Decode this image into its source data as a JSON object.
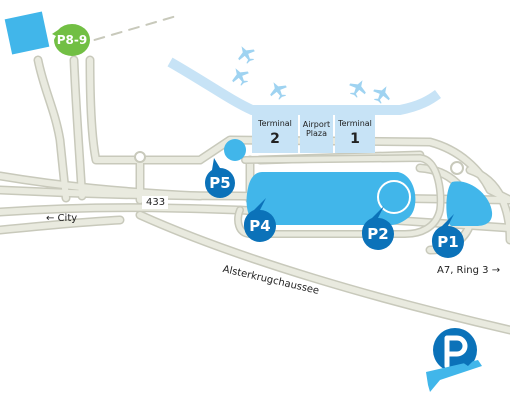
{
  "terminals": [
    {
      "small": "Terminal",
      "big": "2"
    },
    {
      "small": "Airport\nPlaza",
      "big": ""
    },
    {
      "small": "Terminal",
      "big": "1"
    }
  ],
  "parking": {
    "p1": "P1",
    "p2": "P2",
    "p4": "P4",
    "p5": "P5",
    "p89": "P8-9"
  },
  "roads": {
    "route_433": "433",
    "city": "← City",
    "ring": "A7, Ring 3 →",
    "alster": "Alsterkrugchaussee"
  },
  "colors": {
    "parking_area": "#41b6ea",
    "marker": "#0b72b9",
    "p89_marker": "#72bf44",
    "terminal": "#c7e3f6",
    "apron": "#c7e3f6",
    "road": "#e9eadf",
    "road_outline": "#c8c9bb"
  },
  "icons": [
    "airplane-icon",
    "parking-airport-logo-icon",
    "arrow-left-icon",
    "arrow-right-icon"
  ]
}
